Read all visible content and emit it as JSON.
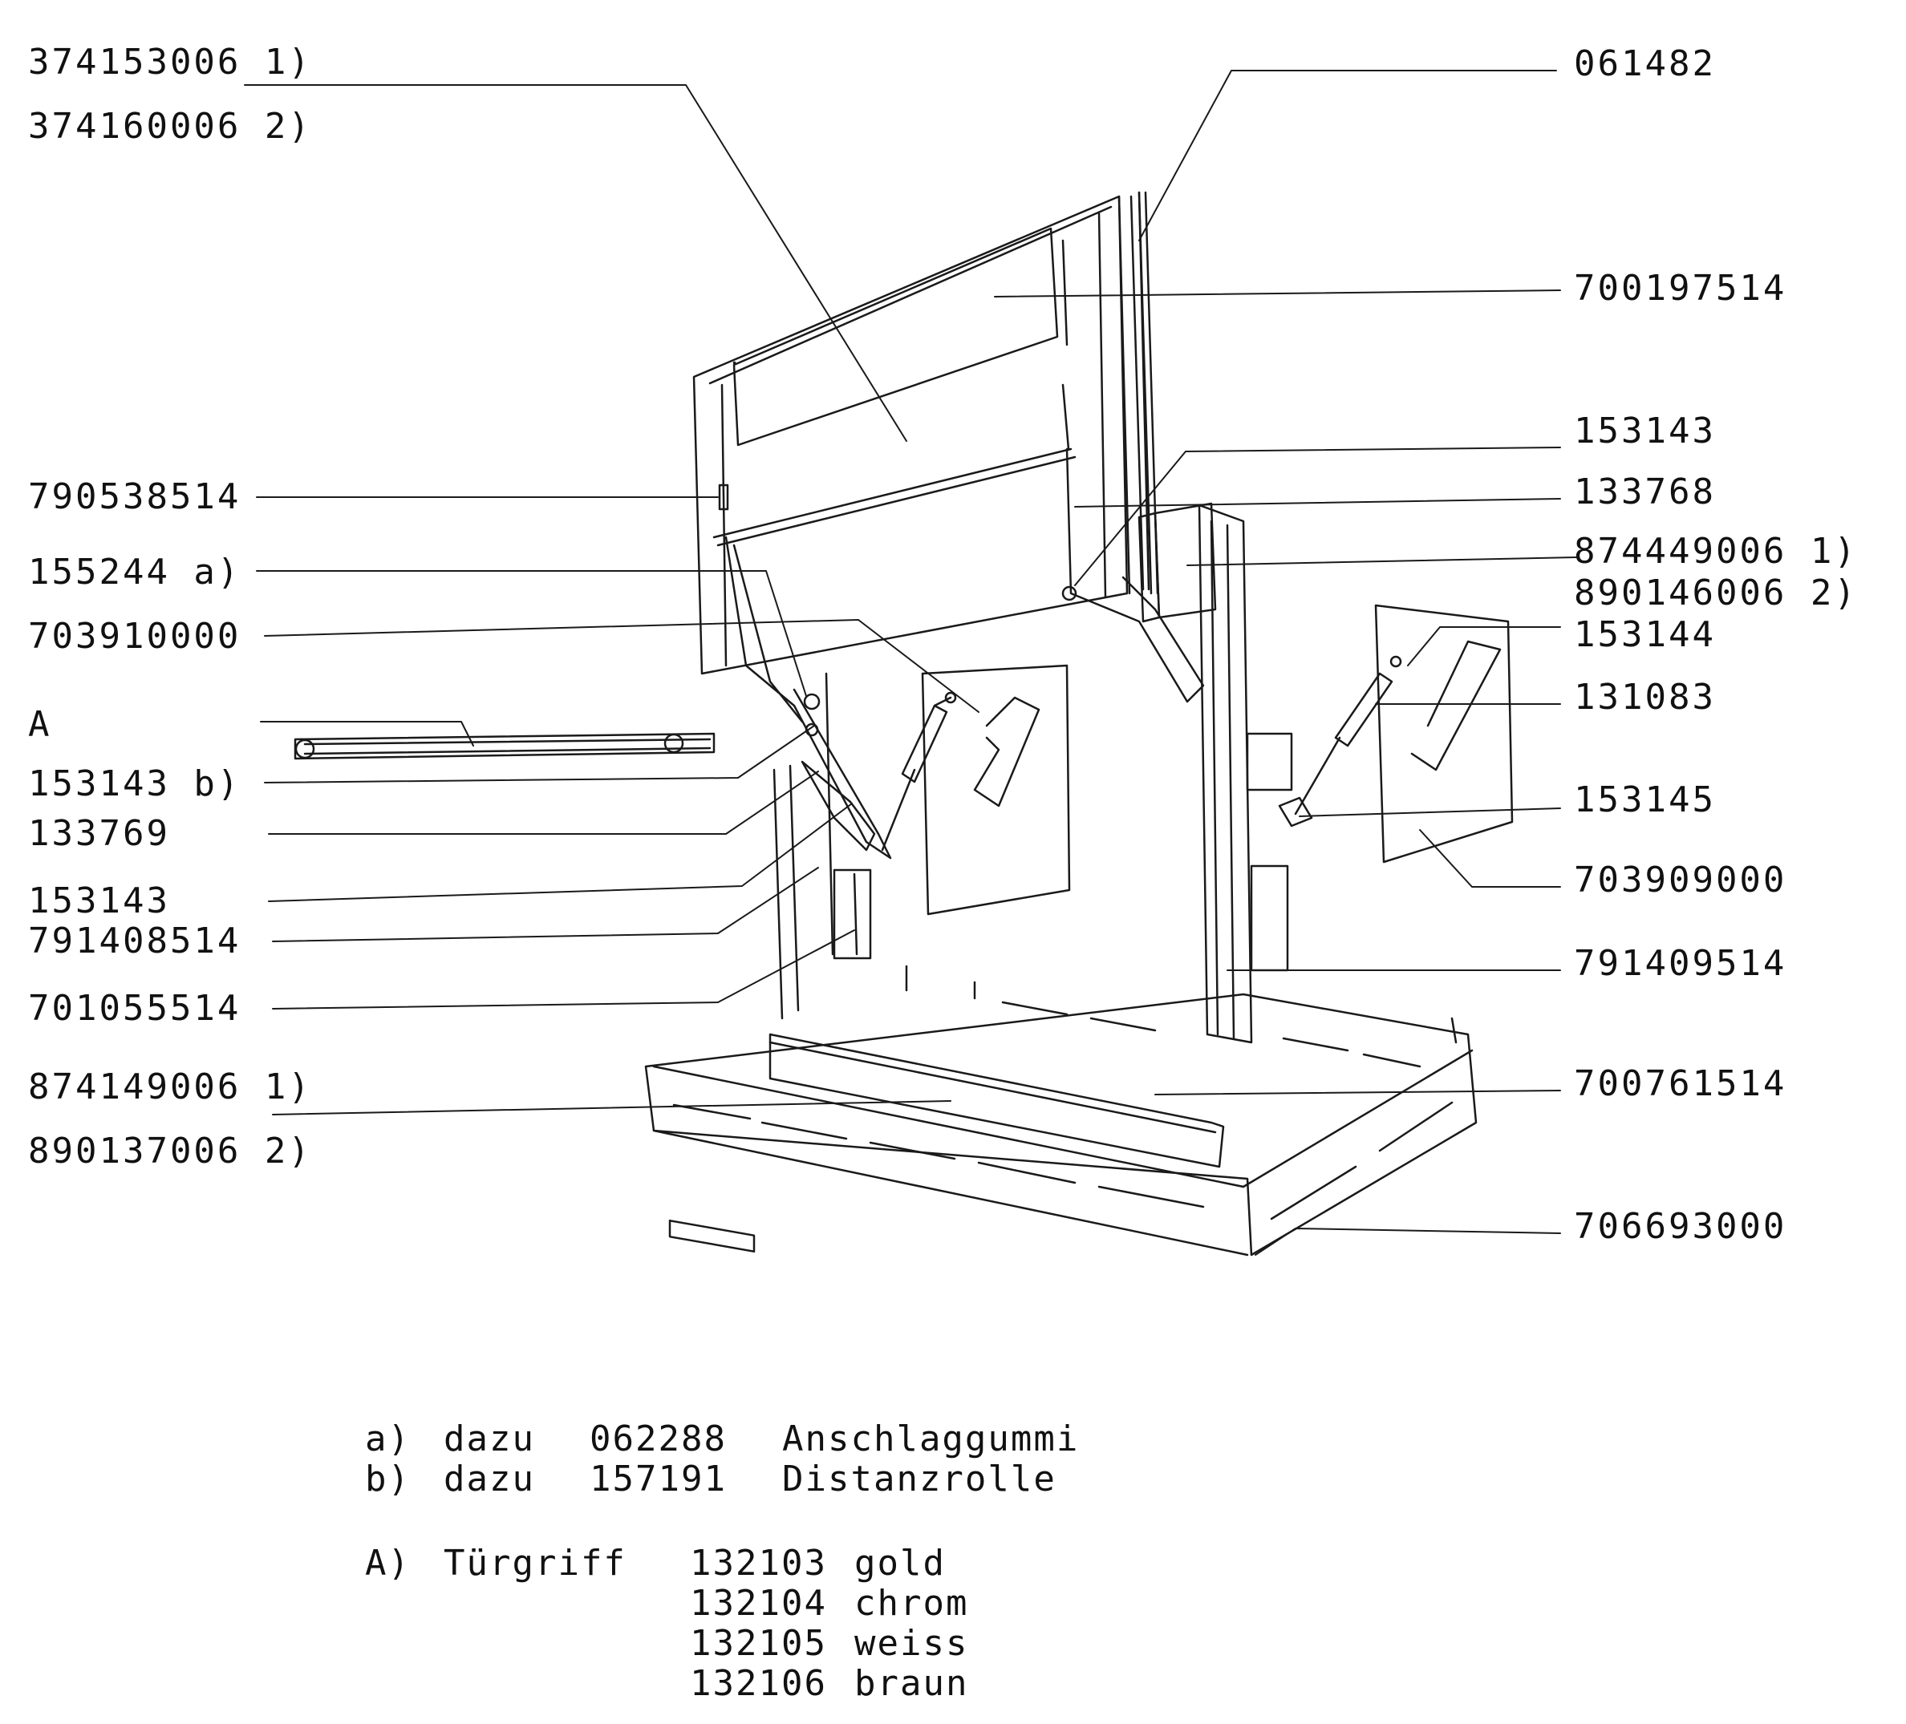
{
  "labels_left": [
    {
      "id": "874153006",
      "text": "374153006 1)"
    },
    {
      "id": "874160006",
      "text": "374160006 2)"
    },
    {
      "id": "790538514",
      "text": "790538514"
    },
    {
      "id": "155244",
      "text": "155244 a)"
    },
    {
      "id": "703910000",
      "text": "703910000"
    },
    {
      "id": "A",
      "text": "A"
    },
    {
      "id": "153143b",
      "text": "153143 b)"
    },
    {
      "id": "133769",
      "text": "133769"
    },
    {
      "id": "153143c",
      "text": "153143"
    },
    {
      "id": "791408514",
      "text": "791408514"
    },
    {
      "id": "701055514",
      "text": "701055514"
    },
    {
      "id": "874149006",
      "text": "874149006 1)"
    },
    {
      "id": "890137006",
      "text": "890137006 2)"
    }
  ],
  "labels_right": [
    {
      "id": "061482",
      "text": "061482"
    },
    {
      "id": "700197514",
      "text": "700197514"
    },
    {
      "id": "153143r",
      "text": "153143"
    },
    {
      "id": "133768",
      "text": "133768"
    },
    {
      "id": "874449006",
      "text": "874449006 1)"
    },
    {
      "id": "890146006",
      "text": "890146006 2)"
    },
    {
      "id": "153144",
      "text": "153144"
    },
    {
      "id": "131083",
      "text": "131083"
    },
    {
      "id": "153145",
      "text": "153145"
    },
    {
      "id": "703909000",
      "text": "703909000"
    },
    {
      "id": "791409514",
      "text": "791409514"
    },
    {
      "id": "700761514",
      "text": "700761514"
    },
    {
      "id": "706693000",
      "text": "706693000"
    }
  ],
  "notes": {
    "a": {
      "key": "a)",
      "word": "dazu",
      "num": "062288",
      "desc": "Anschlaggummi"
    },
    "b": {
      "key": "b)",
      "word": "dazu",
      "num": "157191",
      "desc": "Distanzrolle"
    },
    "handle": {
      "key": "A)",
      "word": "Türgriff",
      "variants": [
        {
          "num": "132103",
          "color": "gold"
        },
        {
          "num": "132104",
          "color": "chrom"
        },
        {
          "num": "132105",
          "color": "weiss"
        },
        {
          "num": "132106",
          "color": "braun"
        }
      ]
    }
  }
}
